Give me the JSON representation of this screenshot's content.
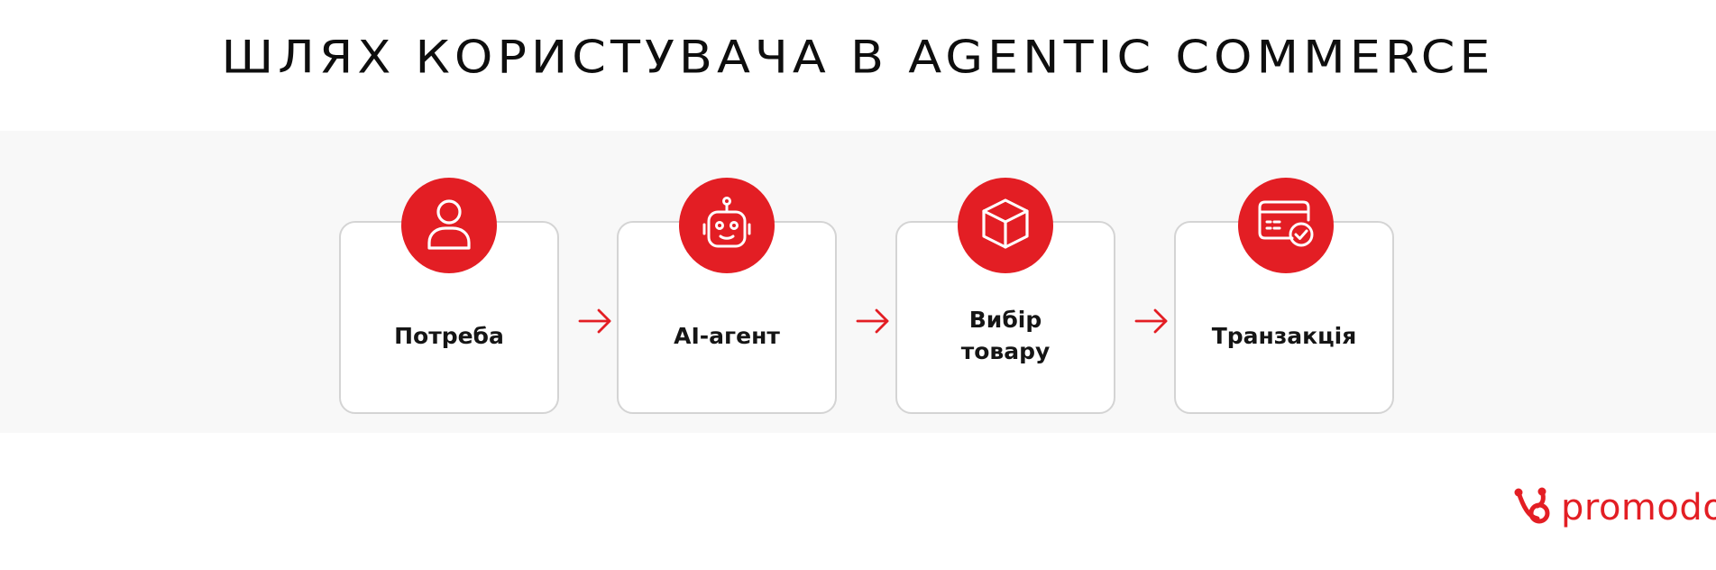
{
  "title": "ШЛЯХ КОРИСТУВАЧА В AGENTIC COMMERCE",
  "colors": {
    "accent": "#e31e24",
    "card_border": "#d4d4d4",
    "text": "#151515"
  },
  "steps": [
    {
      "label": "Потреба",
      "icon": "user-icon"
    },
    {
      "label": "AI-агент",
      "icon": "robot-icon"
    },
    {
      "label": "Вибір\nтовару",
      "icon": "box-icon"
    },
    {
      "label": "Транзакція",
      "icon": "payment-card-check-icon"
    }
  ],
  "connectors": [
    {
      "icon": "arrow-right-icon"
    },
    {
      "icon": "arrow-right-icon"
    },
    {
      "icon": "arrow-right-icon"
    }
  ],
  "brand": {
    "name": "promodo",
    "icon": "promodo-logo-icon"
  }
}
